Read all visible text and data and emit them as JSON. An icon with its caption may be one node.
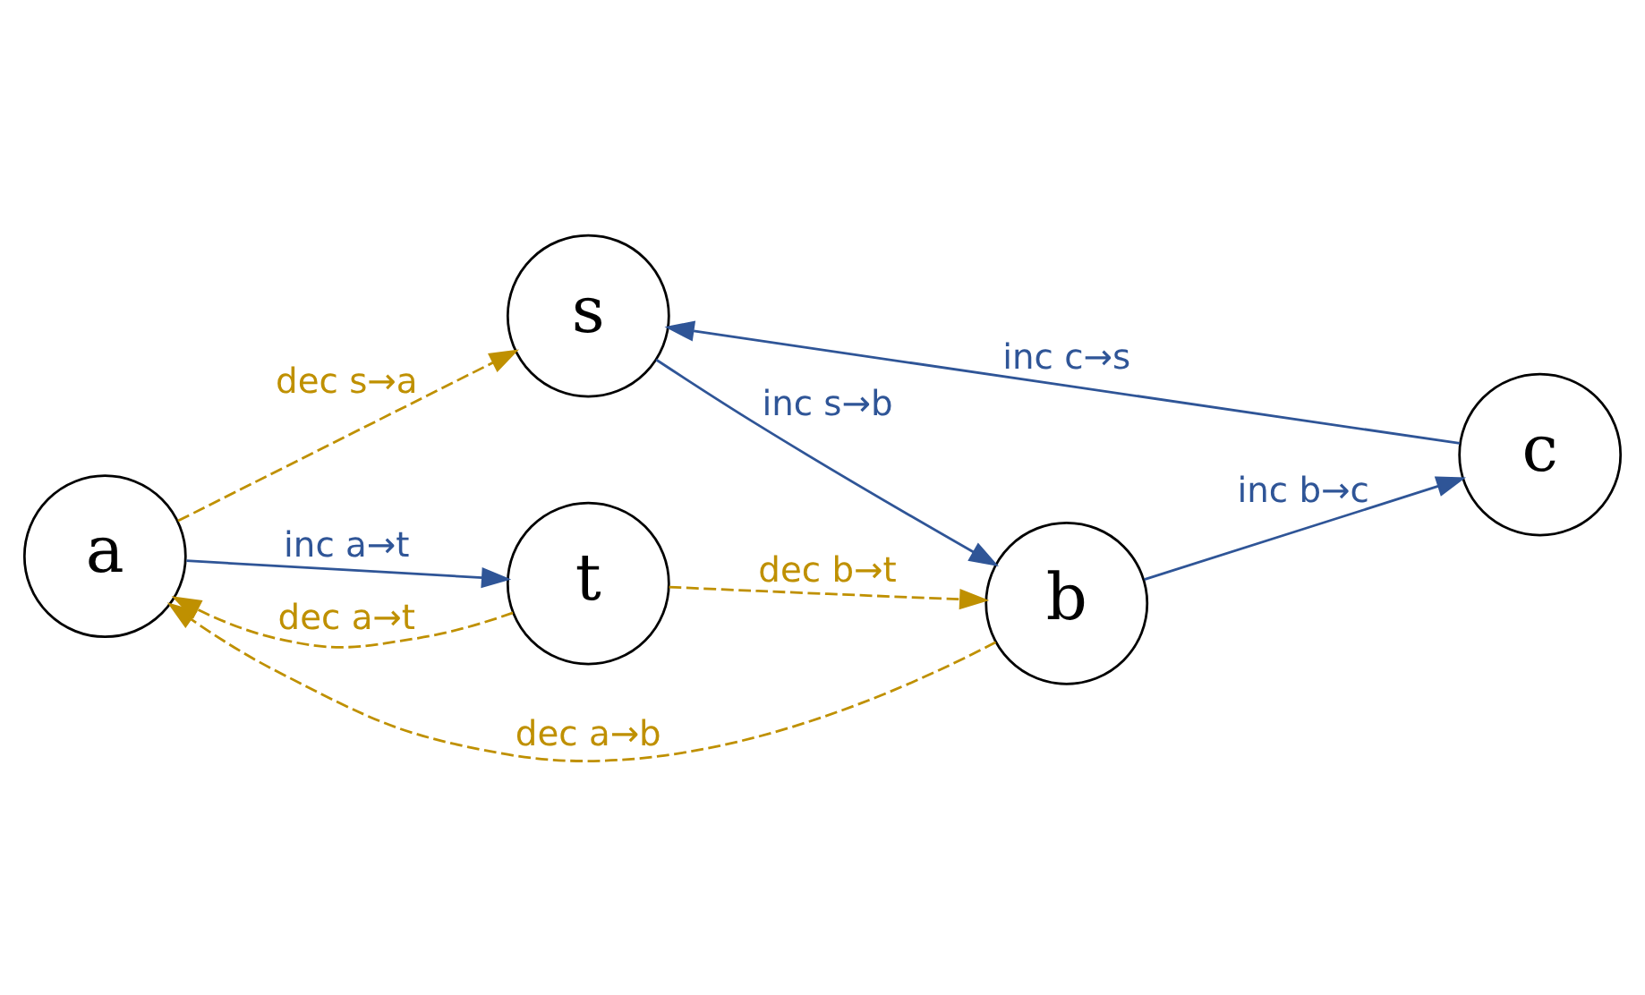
{
  "diagram": {
    "nodes": [
      {
        "text": [
          "a"
        ]
      },
      {
        "text": [
          "s"
        ]
      },
      {
        "text": [
          "b"
        ]
      },
      {
        "text": [
          "t"
        ]
      },
      {
        "text": [
          "c"
        ]
      }
    ],
    "edges": [
      {
        "from": 0,
        "to": 3,
        "arrow": "to",
        "label": "inc a→t",
        "color": "#2f5597"
      },
      {
        "from": 3,
        "to": 0,
        "arrow": "to",
        "label": "dec a→t",
        "style": "dashed",
        "color": "#bf9000"
      },
      {
        "from": 0,
        "to": 1,
        "arrow": "to",
        "label": "dec s→a",
        "style": "dashed",
        "color": "#bf9000"
      },
      {
        "from": 2,
        "to": 0,
        "arrow": "to",
        "label": "dec a→b",
        "style": "dashed",
        "color": "#bf9000"
      },
      {
        "from": 1,
        "to": 2,
        "arrow": "to",
        "label": "inc s→b",
        "color": "#2f5597"
      },
      {
        "from": 3,
        "to": 2,
        "arrow": "to",
        "label": "dec b→t",
        "style": "dashed",
        "color": "#bf9000"
      },
      {
        "from": 2,
        "to": 4,
        "arrow": "to",
        "label": "inc b→c",
        "color": "#2f5597"
      },
      {
        "from": 4,
        "to": 1,
        "arrow": "to",
        "label": "inc c→s",
        "color": "#2f5597"
      }
    ]
  }
}
